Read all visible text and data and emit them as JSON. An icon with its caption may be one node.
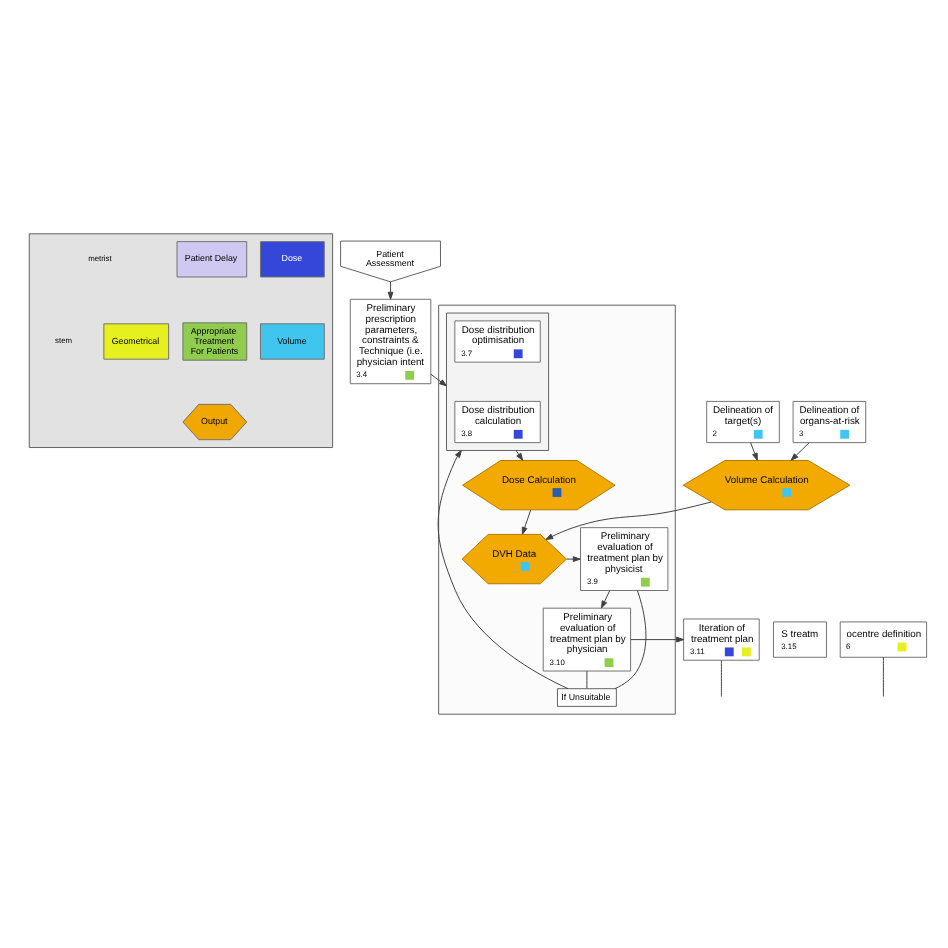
{
  "diagram": {
    "nodes": [
      {
        "text": [],
        "shape": "box"
      },
      {
        "text": [
          "Patient Delay"
        ],
        "in": 0
      },
      {
        "text": [
          "Dose"
        ],
        "in": 0
      },
      {
        "text": [
          "Geometrical"
        ],
        "in": 0
      },
      {
        "text": [
          "Appropriate Treatment For Patients"
        ],
        "in": 0
      },
      {
        "text": [
          "Volume"
        ],
        "in": 0
      },
      {
        "text": [
          "Output"
        ],
        "in": 0
      },
      {
        "text": [
          "Patient Assessment"
        ]
      },
      {
        "text": [
          "Preliminary prescription parameters, constraints & Technique (i.e. physician intent",
          "3.4"
        ]
      },
      {
        "text": [
          "Delineation of target(s)",
          "2"
        ]
      },
      {
        "text": [
          "Delineation of organs-at-risk",
          "3"
        ]
      },
      {
        "text": [
          "Volume Calculation"
        ]
      },
      {
        "text": [],
        "shape": "box"
      },
      {
        "text": [],
        "shape": "box",
        "in": 12
      },
      {
        "text": [
          "Dose distribution optimisation",
          "3.7"
        ],
        "in": 13
      },
      {
        "text": [
          "Dose distribution calculation",
          "3.8"
        ],
        "in": 13
      },
      {
        "text": [
          "Dose Calculation"
        ],
        "in": 12
      },
      {
        "text": [
          "DVH Data"
        ],
        "in": 12
      },
      {
        "text": [
          "Preliminary evaluation of treatment plan by physicist",
          "3.9"
        ],
        "in": 12
      },
      {
        "text": [
          "If Unsuitable"
        ],
        "in": 12
      },
      {
        "text": [
          "ocentre definition",
          "6"
        ]
      },
      {
        "text": [
          "Preliminary evaluation of treatment plan by physician",
          "3.10"
        ],
        "in": 12
      },
      {
        "text": [
          "Iteration of treatment plan",
          "3.11"
        ]
      },
      {
        "text": [
          "S treatm",
          "3.15"
        ]
      }
    ],
    "edges": [
      {
        "from": 7,
        "to": 8,
        "arrow": "to"
      },
      {
        "from": 8,
        "to": 13,
        "arrow": "to"
      },
      {
        "from": 13,
        "to": 16,
        "arrow": "to"
      },
      {
        "from": 9,
        "to": 11,
        "arrow": "to"
      },
      {
        "from": 10,
        "to": 11,
        "arrow": "to"
      },
      {
        "from": 11,
        "to": 17,
        "arrow": "to"
      },
      {
        "from": 16,
        "to": 17,
        "arrow": "to"
      },
      {
        "from": 17,
        "to": 18,
        "arrow": "to"
      },
      {
        "from": 18,
        "to": 21,
        "arrow": "to"
      },
      {
        "from": 18,
        "to": 19,
        "arrow": "none"
      },
      {
        "from": 21,
        "to": 19,
        "arrow": "none"
      },
      {
        "from": 19,
        "to": 13,
        "arrow": "to"
      },
      {
        "from": 21,
        "to": 22,
        "arrow": "to"
      },
      {
        "from": 20,
        "to": null,
        "arrow": "none"
      },
      {
        "from": 22,
        "to": null,
        "arrow": "none"
      }
    ],
    "labels": [
      "metrist",
      "stem"
    ]
  }
}
